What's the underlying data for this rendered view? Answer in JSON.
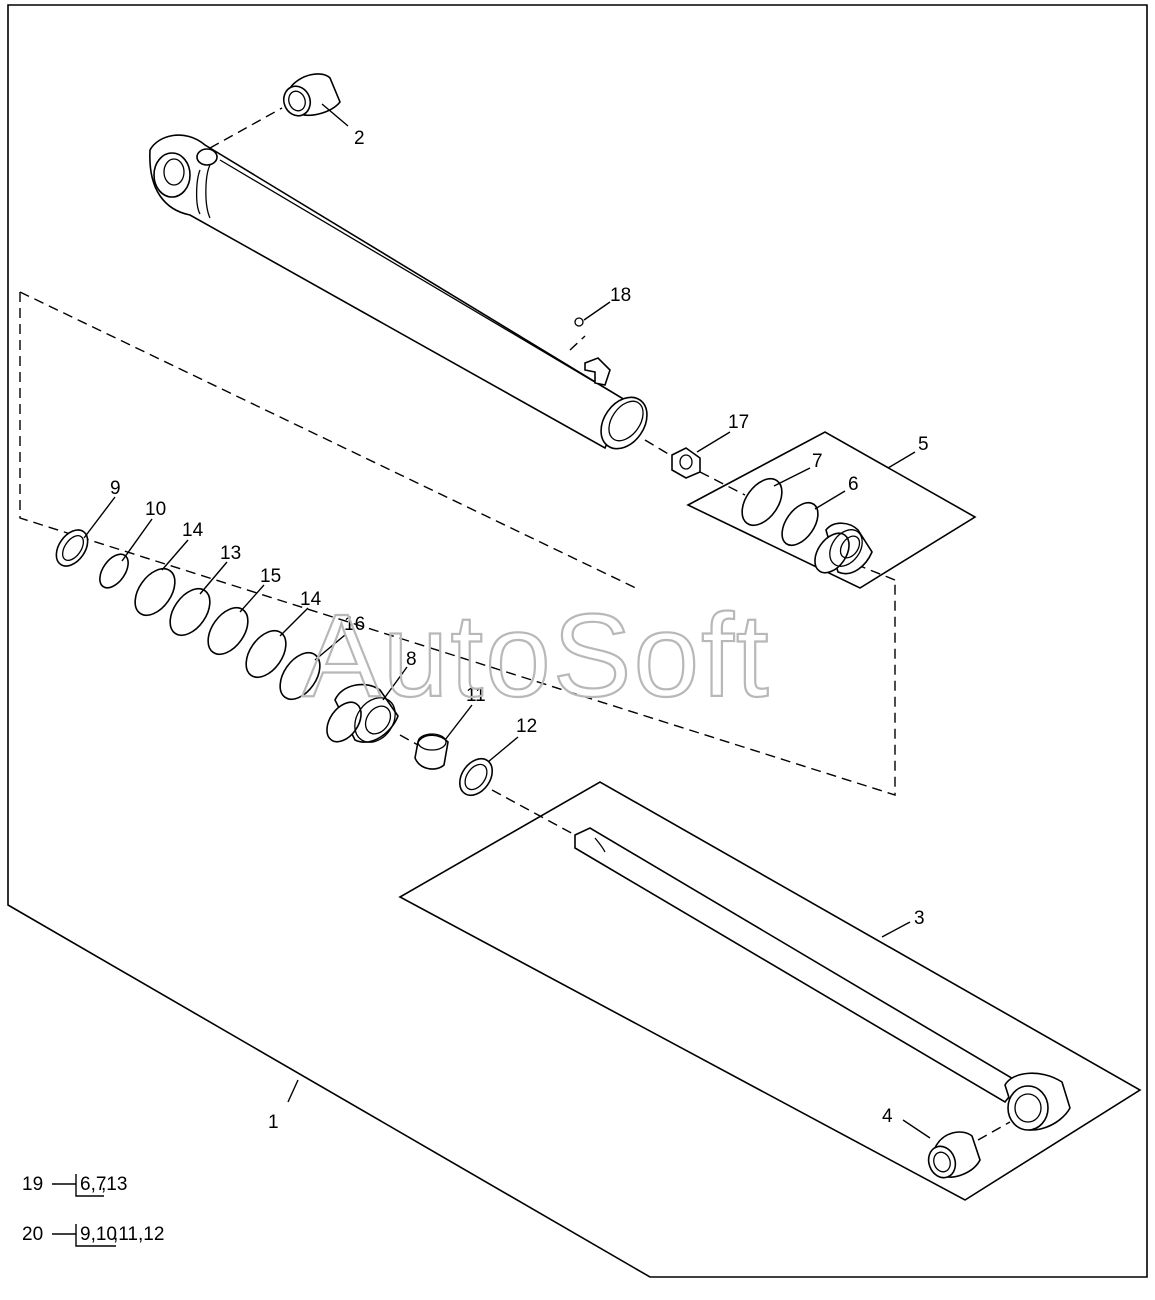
{
  "watermark": "AutoSoft",
  "callouts": {
    "c1": "1",
    "c2": "2",
    "c3": "3",
    "c4": "4",
    "c5": "5",
    "c6": "6",
    "c7": "7",
    "c8": "8",
    "c9": "9",
    "c10": "10",
    "c11": "11",
    "c12": "12",
    "c13": "13",
    "c14a": "14",
    "c14b": "14",
    "c15": "15",
    "c16": "16",
    "c17": "17",
    "c18": "18"
  },
  "kits": [
    {
      "number": "19",
      "boxed": "6,7",
      "rest": ",13"
    },
    {
      "number": "20",
      "boxed": "9,10",
      "rest": ",11,12"
    }
  ]
}
